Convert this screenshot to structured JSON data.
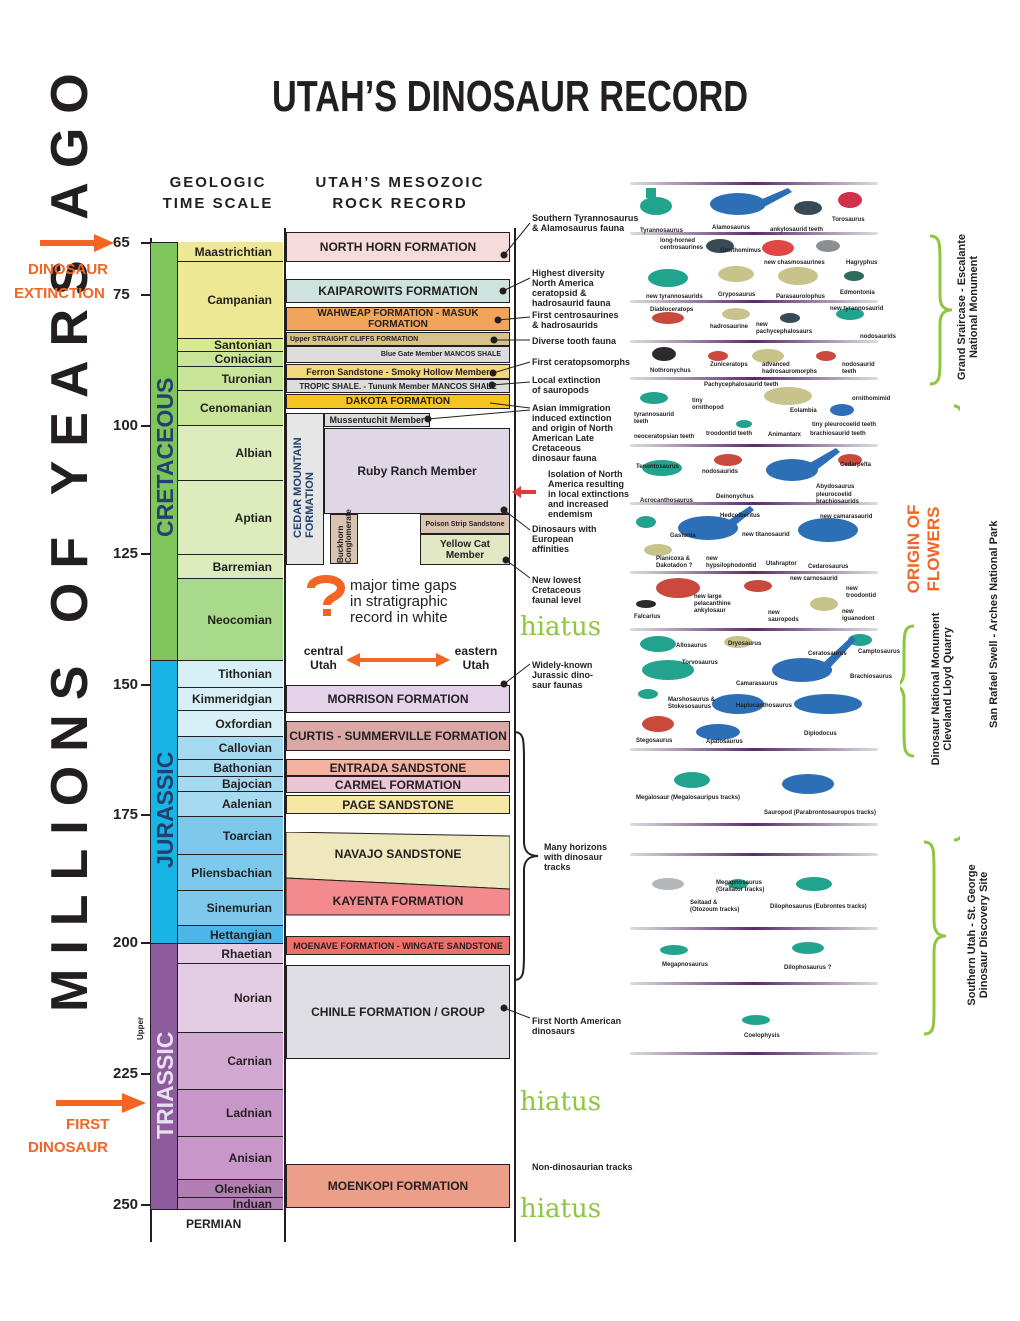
{
  "title": "UTAH’S DINOSAUR RECORD",
  "headers": {
    "timescale_1": "GEOLOGIC",
    "timescale_2": "TIME SCALE",
    "rock_1": "UTAH’S MESOZOIC",
    "rock_2": "ROCK RECORD"
  },
  "axis_title": "MILLIONS OF YEARS AGO",
  "ticks": [
    "65",
    "75",
    "100",
    "125",
    "150",
    "175",
    "200",
    "225",
    "250"
  ],
  "events": {
    "extinction_1": "DINOSAUR",
    "extinction_2": "EXTINCTION",
    "first_1": "FIRST",
    "first_2": "DINOSAUR"
  },
  "periods": {
    "cretaceous": "CRETACEOUS",
    "jurassic": "JURASSIC",
    "triassic": "TRIASSIC",
    "upper": "Upper",
    "permian": "PERMIAN"
  },
  "stages": [
    "Maastrichtian",
    "Campanian",
    "Santonian",
    "Coniacian",
    "Turonian",
    "Cenomanian",
    "Albian",
    "Aptian",
    "Barremian",
    "Neocomian",
    "Tithonian",
    "Kimmeridgian",
    "Oxfordian",
    "Callovian",
    "Bathonian",
    "Bajocian",
    "Aalenian",
    "Toarcian",
    "Pliensbachian",
    "Sinemurian",
    "Hettangian",
    "Rhaetian",
    "Norian",
    "Carnian",
    "Ladnian",
    "Anisian",
    "Olenekian",
    "Induan"
  ],
  "formations": {
    "north_horn": "NORTH HORN FORMATION",
    "kaiparowits": "KAIPAROWITS FORMATION",
    "wahweap": "WAHWEAP FORMATION - MASUK FORMATION",
    "straight_cliffs": "Upper STRAIGHT CLIFFS FORMATION",
    "blue_gate": "Blue Gate Member MANCOS SHALE",
    "ferron": "Ferron Sandstone   -   Smoky Hollow Member",
    "tropic": "TROPIC SHALE. - Tununk Member  MANCOS SHALE",
    "dakota": "DAKOTA FORMATION",
    "mussentuchit": "Mussentuchit Member",
    "cedar_mountain": "CEDAR MOUNTAIN FORMATION",
    "ruby_ranch": "Ruby Ranch Member",
    "buckhorn": "Buckhorn Conglomerate",
    "poison_strip": "Poison Strip Sandstone",
    "yellow_cat": "Yellow Cat Member",
    "morrison": "MORRISON FORMATION",
    "curtis": "CURTIS - SUMMERVILLE FORMATION",
    "entrada": "ENTRADA SANDSTONE",
    "carmel": "CARMEL FORMATION",
    "page": "PAGE SANDSTONE",
    "navajo": "NAVAJO SANDSTONE",
    "kayenta": "KAYENTA FORMATION",
    "moenave": "MOENAVE FORMATION - WINGATE SANDSTONE",
    "chinle": "CHINLE FORMATION / GROUP",
    "moenkopi": "MOENKOPI FORMATION"
  },
  "gap_note": "major time gaps in stratigraphic record in white",
  "central": "central Utah",
  "eastern": "eastern Utah",
  "hiatus": "hiatus",
  "notes": {
    "n1a": "Southern Tyrannosaurus",
    "n1b": "& Alamosaurus fauna",
    "n2": "Highest diversity North America ceratopsid & hadrosaurid fauna",
    "n3": "First centrosaurines & hadrosaurids",
    "n4": "Diverse tooth fauna",
    "n5": "First ceratopsomorphs",
    "n6": "Local extinction of sauropods",
    "n7": "Asian immigration induced extinction and origin of North American Late Cretaceous dinosaur fauna",
    "n8": "Isolation of North America resulting in local extinctions and increased endemism",
    "n9": "Dinosaurs with European affinities",
    "n10": "New lowest Cretaceous faunal level",
    "n11": "Widely-known Jurassic dino- saur faunas",
    "n12": "Many horizons with dinosaur tracks",
    "n13": "First North American dinosaurs",
    "n14": "Non-dinosaurian tracks"
  },
  "sites": {
    "grand_staircase": "Grand Sraircase - Escalante National Monument",
    "san_rafael": "San Rafael Swell - Arches National Park",
    "dinosaur_nm": "Dinosaur National Monument Cleveland Lloyd Quarry",
    "st_george": "Southern Utah - St. George Dinosaur Discovery Site",
    "flowers": "ORIGIN OF FLOWERS"
  },
  "taxa": {
    "t1": "Tyrannosaurus",
    "t2": "Alamosaurus",
    "t3": "ankylosaurid teeth",
    "t4": "Torosaurus",
    "t5": "long-horned centrosaurines",
    "t6": "Ornithomimus",
    "t7": "new chasmosaurines",
    "t8": "Hagryphus",
    "t9": "new tyrannosaurids",
    "t10": "Gryposaurus",
    "t11": "Parasaurolophus",
    "t12": "Edmontonia",
    "t13": "Diabloceratops",
    "t14": "new tyrannosaurid",
    "t15": "hadrosaurine",
    "t16": "new pachycephalosaurs",
    "t17": "nodosaurids",
    "t18": "Nothronychus",
    "t19": "Zuniceratops",
    "t20": "advanced hadrosauromorphs",
    "t21": "nodosaurid teeth",
    "t22": "Pachycephalosaurid teeth",
    "t23": "tiny ornithopod",
    "t24": "ornithomimid",
    "t25": "Eolambia",
    "t26": "tyrannosaurid teeth",
    "t27": "neoceratopsian teeth",
    "t28": "troodontid teeth",
    "t29": "Animantarx",
    "t30": "tiny pleurocoelid teeth",
    "t31": "brachiosaurid teeth",
    "t32": "Tenontosaurus",
    "t33": "nodosaurids",
    "t34": "Cedarpelta",
    "t35": "Abydosaurus",
    "t36": "pleurocoelid brachiosaurids",
    "t37": "Acrocanthosaurus",
    "t38": "Deinonychus",
    "t39": "Hedcolberitus",
    "t40": "new camarasaurid",
    "t41": "Gastonia",
    "t42": "new titanosaurid",
    "t43": "Planicoxa & Dakotadon ?",
    "t44": "new hypsilophodontid",
    "t45": "Utahraptor",
    "t46": "Cedarosaurus",
    "t47": "new carnosaurid",
    "t48": "new troodontid",
    "t49": "new large pelacanthine ankylosaur",
    "t50": "Falcarius",
    "t51": "new sauropods",
    "t52": "new iguanodont",
    "t53": "Allosaurus",
    "t54": "Dryosaurus",
    "t55": "Ceratosaurus",
    "t56": "Camptosaurus",
    "t57": "Torvosaurus",
    "t58": "Camarasaurus",
    "t59": "Brachiosaurus",
    "t60": "Marshosaurus & Stokesosaurus",
    "t61": "Haplocanthosaurus",
    "t62": "Diplodocus",
    "t63": "Stegosaurus",
    "t64": "Apatosaurus",
    "t65": "Megalosaur (Megalosauripus tracks)",
    "t66": "Sauropod (Parabrontosauropus tracks)",
    "t67": "Megapnosaurus (Grallator tracks)",
    "t68": "Seitaad & (Otozoum tracks)",
    "t69": "Dilophosaurus (Eubrontes tracks)",
    "t70": "Megapnosaurus",
    "t71": "Dilophosaurus ?",
    "t72": "Coelophysis"
  }
}
